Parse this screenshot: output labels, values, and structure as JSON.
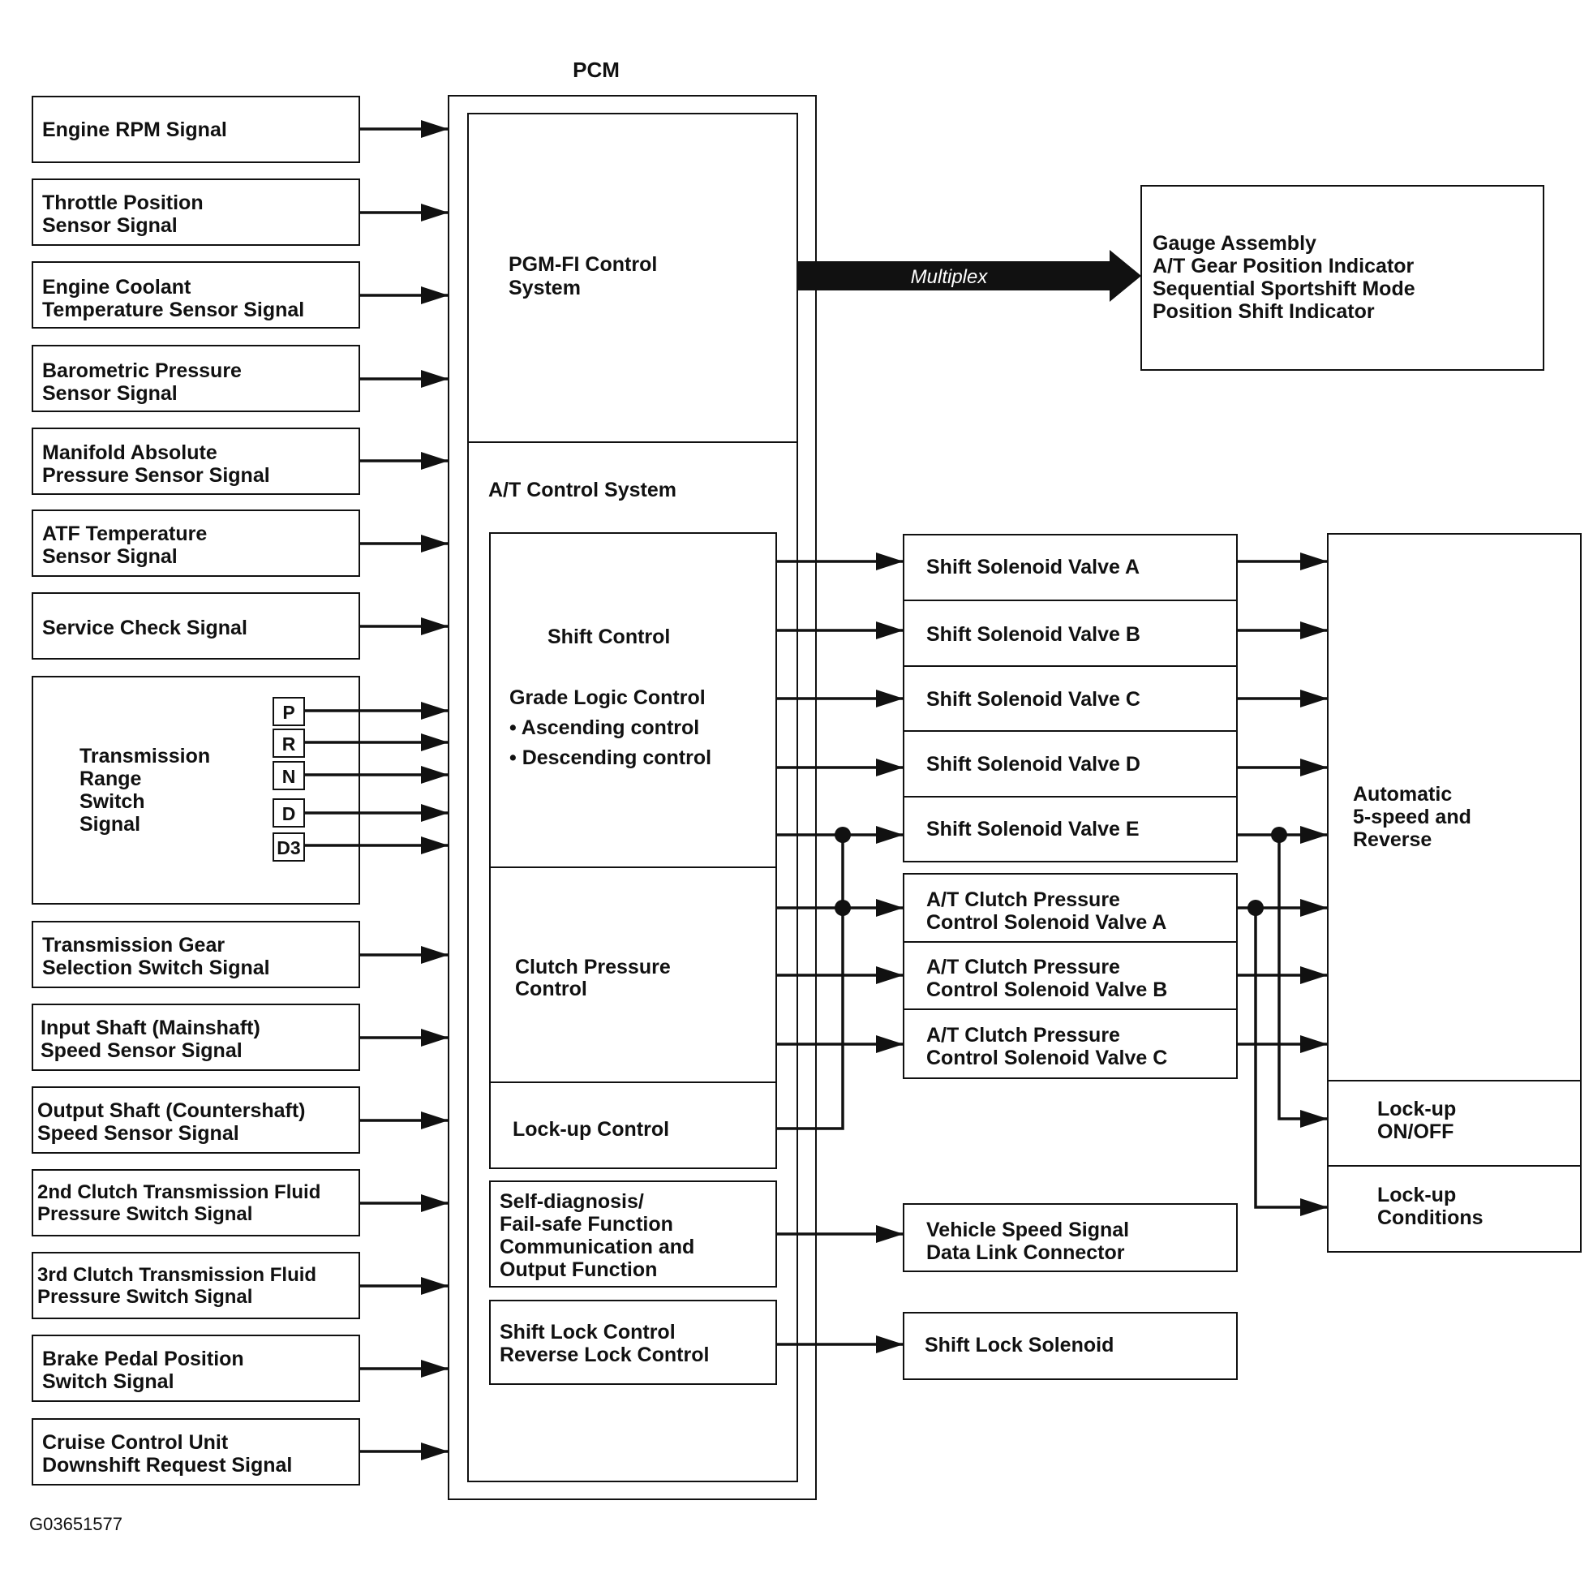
{
  "pcm": {
    "title": "PCM",
    "pgmfi": [
      "PGM-FI Control",
      "System"
    ],
    "at_system": "A/T Control System",
    "shift_control": {
      "title": "Shift Control",
      "grade": "Grade Logic Control",
      "items": [
        "•  Ascending control",
        "•  Descending control"
      ]
    },
    "clutch_pressure": [
      "Clutch Pressure",
      "Control"
    ],
    "lockup_control": "Lock-up Control",
    "selfdiag": [
      "Self-diagnosis/",
      "Fail-safe Function",
      "Communication and",
      "Output Function"
    ],
    "shiftlock": [
      "Shift Lock Control",
      "Reverse Lock Control"
    ]
  },
  "inputs": [
    [
      "Engine RPM Signal"
    ],
    [
      "Throttle Position",
      "Sensor Signal"
    ],
    [
      "Engine Coolant",
      "Temperature Sensor Signal"
    ],
    [
      "Barometric Pressure",
      "Sensor Signal"
    ],
    [
      "Manifold Absolute",
      "Pressure Sensor Signal"
    ],
    [
      "ATF Temperature",
      "Sensor Signal"
    ],
    [
      "Service Check Signal"
    ]
  ],
  "range_switch": {
    "label": [
      "Transmission",
      "Range",
      "Switch",
      "Signal"
    ],
    "positions": [
      "P",
      "R",
      "N",
      "D",
      "D3"
    ]
  },
  "inputs_lower": [
    [
      "Transmission Gear",
      "Selection Switch Signal"
    ],
    [
      "Input Shaft (Mainshaft)",
      "Speed Sensor Signal"
    ],
    [
      "Output Shaft (Countershaft)",
      "Speed Sensor Signal"
    ],
    [
      "2nd Clutch Transmission Fluid",
      "Pressure Switch Signal"
    ],
    [
      "3rd Clutch Transmission Fluid",
      "Pressure Switch Signal"
    ],
    [
      "Brake Pedal Position",
      "Switch Signal"
    ],
    [
      "Cruise Control Unit",
      "Downshift Request Signal"
    ]
  ],
  "multiplex_label": "Multiplex",
  "gauge": [
    "Gauge Assembly",
    "A/T Gear Position Indicator",
    "Sequential Sportshift Mode",
    "Position Shift Indicator"
  ],
  "solenoids": [
    [
      "Shift Solenoid Valve A"
    ],
    [
      "Shift Solenoid Valve B"
    ],
    [
      "Shift Solenoid Valve C"
    ],
    [
      "Shift Solenoid Valve D"
    ],
    [
      "Shift Solenoid Valve E"
    ],
    [
      "A/T Clutch Pressure",
      "Control Solenoid Valve A"
    ],
    [
      "A/T Clutch Pressure",
      "Control Solenoid Valve B"
    ],
    [
      "A/T Clutch Pressure",
      "Control Solenoid Valve C"
    ]
  ],
  "vehicle_speed": [
    "Vehicle Speed Signal",
    "Data Link Connector"
  ],
  "shift_lock_solenoid": "Shift Lock Solenoid",
  "transmission": {
    "main": [
      "Automatic",
      "5-speed and",
      "Reverse"
    ],
    "lockup_onoff": [
      "Lock-up",
      "ON/OFF"
    ],
    "lockup_conditions": [
      "Lock-up",
      "Conditions"
    ]
  },
  "figure_code": "G03651577"
}
